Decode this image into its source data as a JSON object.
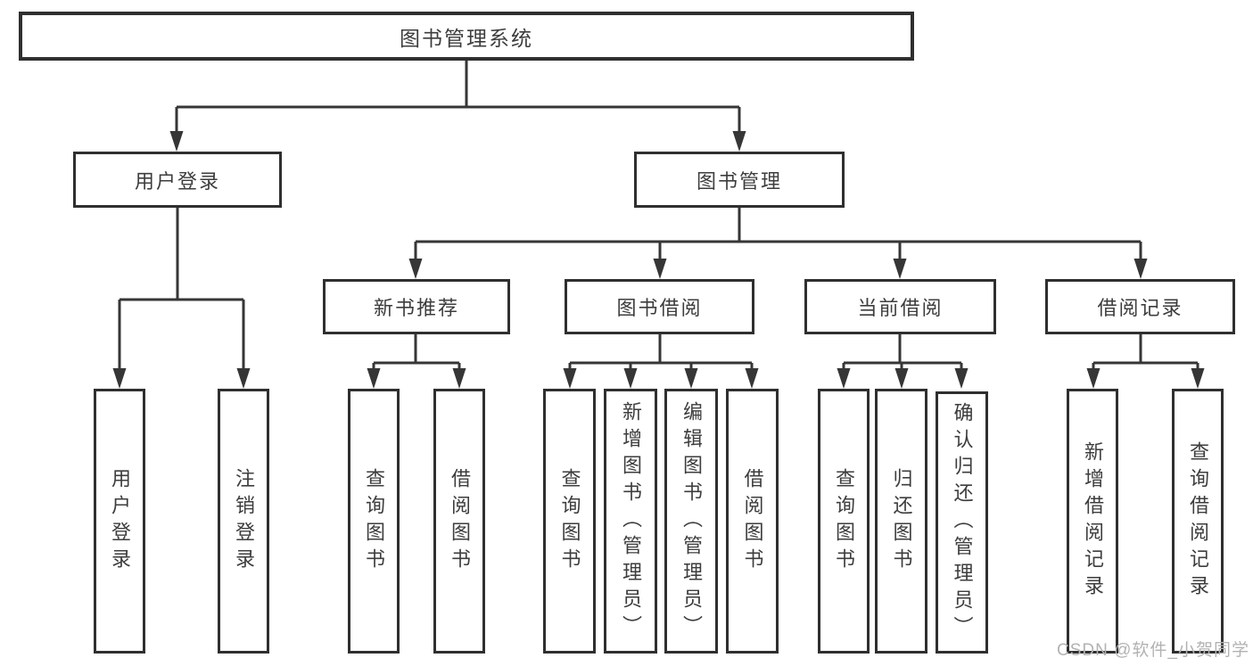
{
  "diagram": {
    "root": "图书管理系统",
    "user_login": {
      "label": "用户登录",
      "children": [
        "用户登录",
        "注销登录"
      ]
    },
    "book_management": {
      "label": "图书管理",
      "new_book_recommend": {
        "label": "新书推荐",
        "children": [
          "查询图书",
          "借阅图书"
        ]
      },
      "book_borrowing": {
        "label": "图书借阅",
        "children": [
          "查询图书",
          "新增图书（管理员）",
          "编辑图书（管理员）",
          "借阅图书"
        ]
      },
      "current_borrowing": {
        "label": "当前借阅",
        "children": [
          "查询图书",
          "归还图书",
          "确认归还（管理员）"
        ]
      },
      "borrowing_records": {
        "label": "借阅记录",
        "children": [
          "新增借阅记录",
          "查询借阅记录"
        ]
      }
    }
  },
  "watermark": {
    "text": "CSDN @软件_小贺同学"
  },
  "colors": {
    "line": "#363636",
    "box_border": "#2f2f2f",
    "text": "#3d3d3d",
    "watermark": "#b2b2b2",
    "background": "#ffffff"
  }
}
